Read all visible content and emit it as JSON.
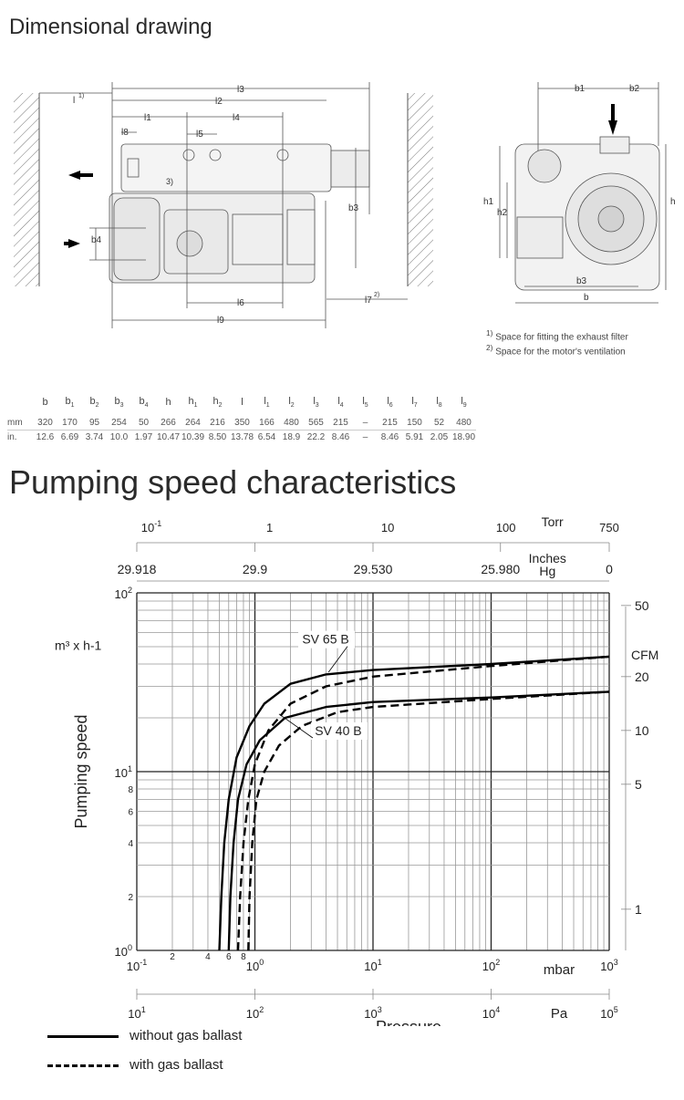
{
  "section1_title": "Dimensional drawing",
  "section2_title": "Pumping speed characteristics",
  "drawing_labels": {
    "l1": "l",
    "l1_sup": "1)",
    "l3": "l3",
    "l2": "l2",
    "l_1": "l1",
    "l4": "l4",
    "l8": "l8",
    "l5": "l5",
    "b4": "b4",
    "b3": "b3",
    "l6": "l6",
    "l7": "l7",
    "l7_sup": "2)",
    "l9": "l9",
    "mark3": "3)",
    "b1": "b1",
    "b2": "b2",
    "h1": "h1",
    "h2": "h2",
    "h": "h",
    "b3r": "b3",
    "b": "b"
  },
  "footnotes": [
    {
      "sup": "1)",
      "text": "Space for fitting the exhaust filter"
    },
    {
      "sup": "2)",
      "text": "Space for the motor's ventilation"
    }
  ],
  "dim_table": {
    "headers": [
      "",
      "b",
      "b1",
      "b2",
      "b3",
      "b4",
      "h",
      "h1",
      "h2",
      "l",
      "l1",
      "l2",
      "l3",
      "l4",
      "l5",
      "l6",
      "l7",
      "l8",
      "l9"
    ],
    "rows": [
      [
        "mm",
        "320",
        "170",
        "95",
        "254",
        "50",
        "266",
        "264",
        "216",
        "350",
        "166",
        "480",
        "565",
        "215",
        "–",
        "215",
        "150",
        "52",
        "480"
      ],
      [
        "in.",
        "12.6",
        "6.69",
        "3.74",
        "10.0",
        "1.97",
        "10.47",
        "10.39",
        "8.50",
        "13.78",
        "6.54",
        "18.9",
        "22.2",
        "8.46",
        "–",
        "8.46",
        "5.91",
        "2.05",
        "18.90"
      ]
    ]
  },
  "chart_data": {
    "type": "line",
    "x_scale": "log",
    "y_scale": "log",
    "xlim": [
      0.1,
      1000
    ],
    "ylim": [
      1,
      100
    ],
    "xunit": "mbar",
    "xlabel": "Pressure",
    "ylabel": "Pumping speed",
    "yunit": "m³ x h-1",
    "x_major_ticks": [
      {
        "v": 0.1,
        "b": "10",
        "e": "-1"
      },
      {
        "v": 1,
        "b": "10",
        "e": "0"
      },
      {
        "v": 10,
        "b": "10",
        "e": "1"
      },
      {
        "v": 100,
        "b": "10",
        "e": "2"
      },
      {
        "v": 1000,
        "b": "10",
        "e": "3"
      }
    ],
    "x_minor_tick_labels": [
      {
        "v": 0.2,
        "t": "2"
      },
      {
        "v": 0.4,
        "t": "4"
      },
      {
        "v": 0.6,
        "t": "6"
      },
      {
        "v": 0.8,
        "t": "8"
      }
    ],
    "y_major_ticks": [
      {
        "v": 1,
        "b": "10",
        "e": "0"
      },
      {
        "v": 10,
        "b": "10",
        "e": "1"
      },
      {
        "v": 100,
        "b": "10",
        "e": "2"
      }
    ],
    "y_minor_tick_labels": [
      {
        "v": 2,
        "t": "2"
      },
      {
        "v": 4,
        "t": "4"
      },
      {
        "v": 6,
        "t": "6"
      },
      {
        "v": 8,
        "t": "8"
      }
    ],
    "pa_axis": {
      "unit": "Pa",
      "ticks": [
        {
          "v": 0.1,
          "b": "10",
          "e": "1"
        },
        {
          "v": 1,
          "b": "10",
          "e": "2"
        },
        {
          "v": 10,
          "b": "10",
          "e": "3"
        },
        {
          "v": 100,
          "b": "10",
          "e": "4"
        },
        {
          "v": 1000,
          "b": "10",
          "e": "5"
        }
      ]
    },
    "torr_axis": {
      "unit": "Torr",
      "ticks": [
        {
          "v": 0.133,
          "b": "10",
          "e": "-1"
        },
        {
          "v": 1.333,
          "t": "1"
        },
        {
          "v": 13.33,
          "t": "10"
        },
        {
          "v": 133.3,
          "t": "100"
        },
        {
          "v": 1000,
          "t": "750"
        }
      ]
    },
    "inhg_axis": {
      "unit_line1": "Inches",
      "unit_line2": "Hg",
      "ticks": [
        {
          "v": 0.1,
          "t": "29.918"
        },
        {
          "v": 1,
          "t": "29.9"
        },
        {
          "v": 10,
          "t": "29.530"
        },
        {
          "v": 120,
          "t": "25.980"
        },
        {
          "v": 1000,
          "t": "0"
        }
      ]
    },
    "cfm_axis": {
      "unit": "CFM",
      "ticks": [
        {
          "v": 1.7,
          "t": "1"
        },
        {
          "v": 8.5,
          "t": "5"
        },
        {
          "v": 17,
          "t": "10"
        },
        {
          "v": 34,
          "t": "20"
        },
        {
          "v": 85,
          "t": "50"
        }
      ]
    },
    "series": [
      {
        "name": "SV 65 B",
        "style": "solid",
        "points": [
          [
            0.5,
            1
          ],
          [
            0.52,
            2
          ],
          [
            0.55,
            4
          ],
          [
            0.6,
            7
          ],
          [
            0.7,
            12
          ],
          [
            0.9,
            18
          ],
          [
            1.2,
            24
          ],
          [
            2,
            31
          ],
          [
            4,
            35
          ],
          [
            10,
            37
          ],
          [
            100,
            40
          ],
          [
            1000,
            44
          ]
        ]
      },
      {
        "name": "SV 65 B",
        "style": "dashed",
        "points": [
          [
            0.72,
            1
          ],
          [
            0.75,
            2
          ],
          [
            0.8,
            4
          ],
          [
            0.88,
            7
          ],
          [
            1.0,
            11
          ],
          [
            1.3,
            17
          ],
          [
            2,
            24
          ],
          [
            4,
            30
          ],
          [
            10,
            34
          ],
          [
            100,
            39
          ],
          [
            1000,
            44
          ]
        ]
      },
      {
        "name": "SV 40 B",
        "style": "solid",
        "points": [
          [
            0.6,
            1
          ],
          [
            0.62,
            2
          ],
          [
            0.66,
            4
          ],
          [
            0.72,
            7
          ],
          [
            0.85,
            11
          ],
          [
            1.1,
            15
          ],
          [
            1.8,
            20
          ],
          [
            4,
            23
          ],
          [
            10,
            24.5
          ],
          [
            100,
            26
          ],
          [
            1000,
            28
          ]
        ]
      },
      {
        "name": "SV 40 B",
        "style": "dashed",
        "points": [
          [
            0.88,
            1
          ],
          [
            0.9,
            2
          ],
          [
            0.95,
            4
          ],
          [
            1.03,
            7
          ],
          [
            1.2,
            10
          ],
          [
            1.6,
            14
          ],
          [
            2.5,
            18
          ],
          [
            5,
            21.5
          ],
          [
            10,
            23
          ],
          [
            100,
            25.5
          ],
          [
            1000,
            28
          ]
        ]
      }
    ],
    "annotations": [
      {
        "text": "SV 65 B",
        "at": [
          2.5,
          33
        ]
      },
      {
        "text": "SV 40 B",
        "at": [
          2.5,
          21
        ]
      }
    ],
    "legend": {
      "placement": "bottom-left",
      "entries": [
        {
          "style": "solid",
          "label": "without gas ballast"
        },
        {
          "style": "dashed",
          "label": "with gas ballast"
        }
      ]
    }
  }
}
